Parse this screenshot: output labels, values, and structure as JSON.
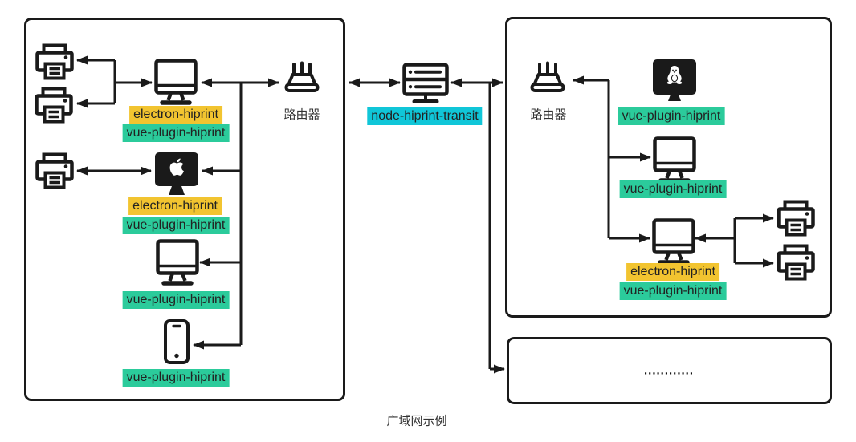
{
  "colors": {
    "yellow": "#f2c430",
    "green": "#2bcb9b",
    "cyan": "#10c6d8",
    "ink": "#1a1a1a"
  },
  "caption": "广域网示例",
  "left_lan": {
    "router_label": "路由器",
    "workstation": {
      "tag_electron": "electron-hiprint",
      "tag_vue": "vue-plugin-hiprint"
    },
    "mac": {
      "tag_electron": "electron-hiprint",
      "tag_vue": "vue-plugin-hiprint"
    },
    "workstation2": {
      "tag_vue": "vue-plugin-hiprint"
    },
    "phone": {
      "tag_vue": "vue-plugin-hiprint"
    }
  },
  "transit": {
    "tag": "node-hiprint-transit"
  },
  "right_lan": {
    "router_label": "路由器",
    "linux": {
      "tag_vue": "vue-plugin-hiprint"
    },
    "workstation": {
      "tag_vue": "vue-plugin-hiprint"
    },
    "workstation2": {
      "tag_electron": "electron-hiprint",
      "tag_vue": "vue-plugin-hiprint"
    }
  },
  "others": {
    "text": "............"
  }
}
